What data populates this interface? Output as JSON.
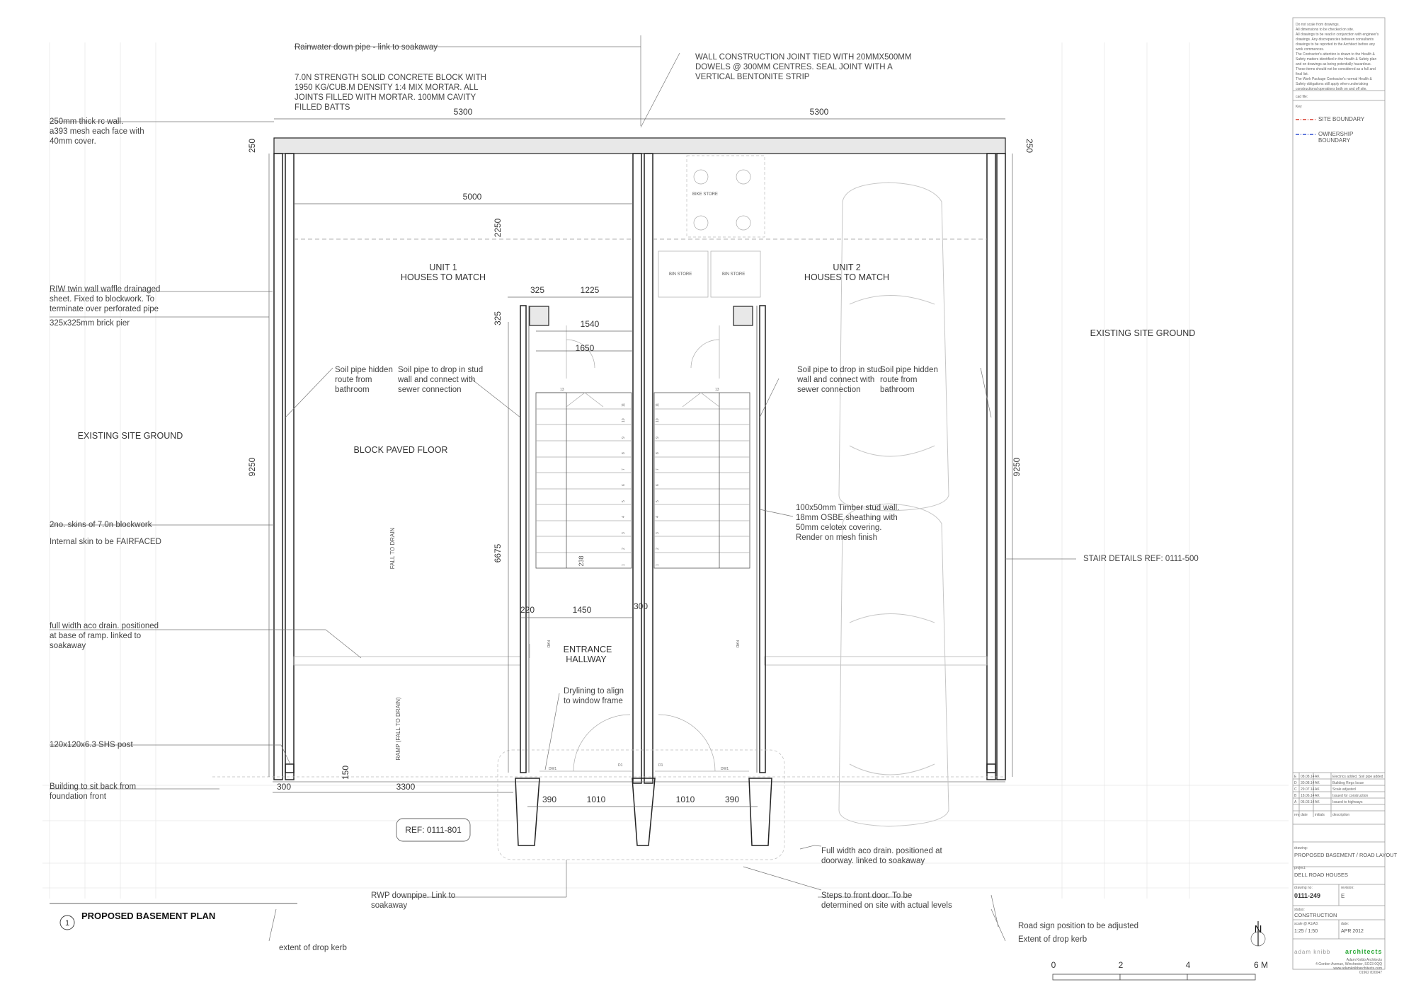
{
  "drawing": {
    "title": "PROPOSED BASEMENT PLAN",
    "view_number": "1",
    "units": {
      "unit1_name": "UNIT 1",
      "unit1_sub": "HOUSES TO MATCH",
      "unit2_name": "UNIT 2",
      "unit2_sub": "HOUSES TO MATCH"
    },
    "rooms": {
      "bike_store": "BIKE STORE",
      "bin_store_1": "BIN STORE",
      "bin_store_2": "BIN STORE",
      "entrance": "ENTRANCE",
      "hallway": "HALLWAY",
      "block_paved": "BLOCK PAVED FLOOR",
      "fall_to_drain": "FALL TO DRAIN",
      "ramp": "RAMP (FALL TO DRAIN)",
      "existing_left": "EXISTING SITE GROUND",
      "existing_right": "EXISTING SITE GROUND",
      "rad1": "RAD",
      "rad2": "RAD"
    },
    "dims": {
      "top_left": "5300",
      "top_right": "5300",
      "w250_left": "250",
      "w250_right": "250",
      "inner_5000": "5000",
      "d2250": "2250",
      "d325a": "325",
      "d1225": "1225",
      "d325b": "325",
      "d1540": "1540",
      "d1650": "1650",
      "d9250_left": "9250",
      "d9250_right": "9250",
      "d6675": "6675",
      "d238": "238",
      "d220": "220",
      "d1450": "1450",
      "d300_mid": "300",
      "d150": "150",
      "d300_left": "300",
      "d3300": "3300",
      "d390_left": "390",
      "d1010_left": "1010",
      "d1010_right": "1010",
      "d390_right": "390",
      "step_13_left": "13",
      "step_13_right": "13",
      "dw1_left": "DW1",
      "d1_left": "D1",
      "d1_right": "D1",
      "dw1_right": "DW1"
    },
    "stair_numbers": [
      "1",
      "2",
      "3",
      "4",
      "5",
      "6",
      "7",
      "8",
      "9",
      "10",
      "11"
    ],
    "ref_box": "REF: 0111-801",
    "scale_bar": [
      "0",
      "2",
      "4",
      "6 M"
    ],
    "north": "N"
  },
  "notes": {
    "rainwater": "Rainwater down pipe - link to soakaway",
    "block_1": "7.0N STRENGTH SOLID CONCRETE BLOCK WITH",
    "block_2": "1950 KG/CUB.M DENSITY 1:4 MIX MORTAR. ALL",
    "block_3": "JOINTS FILLED WITH MORTAR. 100MM CAVITY",
    "block_4": "FILLED BATTS",
    "joint_1": "WALL CONSTRUCTION JOINT TIED WITH 20MMX500MM",
    "joint_2": "DOWELS @ 300MM CENTRES. SEAL JOINT WITH A",
    "joint_3": "VERTICAL BENTONITE STRIP",
    "rc_1": "250mm thick rc wall.",
    "rc_2": "a393 mesh each face with",
    "rc_3": "40mm cover.",
    "riw_1": "RIW twin wall waffle drainaged",
    "riw_2": "sheet. Fixed to blockwork. To",
    "riw_3": "terminate over perforated pipe",
    "pier": "325x325mm brick pier",
    "soil_hidden_l_1": "Soil pipe hidden",
    "soil_hidden_l_2": "route from",
    "soil_hidden_l_3": "bathroom",
    "soil_drop_l_1": "Soil pipe to drop in stud",
    "soil_drop_l_2": "wall and connect with",
    "soil_drop_l_3": "sewer connection",
    "soil_drop_r_1": "Soil pipe to drop in stud",
    "soil_drop_r_2": "wall and connect with",
    "soil_drop_r_3": "sewer connection",
    "soil_hidden_r_1": "Soil pipe hidden",
    "soil_hidden_r_2": "route from",
    "soil_hidden_r_3": "bathroom",
    "skins_1": "2no. skins of 7.0n blockwork",
    "skins_2": "Internal skin to be FAIRFACED",
    "timber_1": "100x50mm Timber stud wall.",
    "timber_2": "18mm OSBE sheathing  with",
    "timber_3": "50mm celotex covering.",
    "timber_4": "Render on mesh finish",
    "stair_ref": "STAIR DETAILS REF: 0111-500",
    "aco_1": "full width aco drain. positioned",
    "aco_2": "at base of ramp. linked to",
    "aco_3": "soakaway",
    "dryline_1": "Drylining to align",
    "dryline_2": "to window frame",
    "shs": "120x120x6.3 SHS post",
    "setback_1": "Building to sit back from",
    "setback_2": "foundation front",
    "aco_door_1": "Full width aco drain. positioned at",
    "aco_door_2": "doorway. linked to soakaway",
    "rwp_1": "RWP downpipe. Link to",
    "rwp_2": "soakaway",
    "steps_1": "Steps to front door.  To be",
    "steps_2": "determined on site with actual levels",
    "drop_kerb": "extent of drop kerb",
    "road_sign": "Road sign position to be adjusted",
    "extent_kerb": "Extent of drop kerb"
  },
  "titleblock": {
    "general_notes": [
      "Do not scale from drawings.",
      "All dimensions to be checked on site.",
      "All drawings to be read in conjunction with engineer's",
      "drawings. Any discrepancies between consultants",
      "drawings to be reported to the Architect before any",
      "work commences.",
      "The Contractor's attention is drawn to the Health &",
      "Safety matters identified in the Health & Safety plan",
      "and on drawings as being potentially hazardous.",
      "These items should not be considered as a full and",
      "final list.",
      "The Work Package Contractor's normal Health &",
      "Safety obligations still apply when undertaking",
      "constructional operations both on and off site."
    ],
    "cad_file_label": "cad file:",
    "key_label": "Key",
    "key_site": "SITE BOUNDARY",
    "key_own_1": "OWNERSHIP",
    "key_own_2": "BOUNDARY",
    "colors": {
      "site": "#d93a2b",
      "ownership": "#2f4fd1",
      "brand": "#2eaa3a"
    },
    "revisions": [
      {
        "rev": "E",
        "date": "08.08.14",
        "initials": "AK",
        "desc": "Electrics added. Soil pipe added"
      },
      {
        "rev": "D",
        "date": "30.08.14",
        "initials": "AK",
        "desc": "Building Regs Issue"
      },
      {
        "rev": "C",
        "date": "29.07.14",
        "initials": "AK",
        "desc": "Scale adjusted"
      },
      {
        "rev": "B",
        "date": "18.06.14",
        "initials": "AK",
        "desc": "Issued for construction"
      },
      {
        "rev": "A",
        "date": "05.03.14",
        "initials": "AK",
        "desc": "Issued to highways"
      }
    ],
    "rev_header": {
      "rev": "rev",
      "date": "date",
      "initials": "initials",
      "desc": "description"
    },
    "drawing_label": "drawing:",
    "drawing_value": "PROPOSED BASEMENT / ROAD LAYOUT",
    "project_label": "project:",
    "project_value": "DELL ROAD HOUSES",
    "drawing_no_label": "drawing no:",
    "drawing_no_value": "0111-249",
    "revision_label": "revision:",
    "revision_value": "E",
    "status_label": "status:",
    "status_value": "CONSTRUCTION",
    "scale_label": "scale @ A1/A3:",
    "scale_value": "1:25 / 1:50",
    "date_label": "date:",
    "date_value": "APR 2012",
    "firm_grey": "adam knibb",
    "firm_green": "architects",
    "address_1": "Adam Knibb Architects",
    "address_2": "4 Gordon Avenue, Winchester, SO23 0QQ",
    "address_3": "www.adamknibbarchitects.com",
    "address_4": "01962 820047"
  }
}
